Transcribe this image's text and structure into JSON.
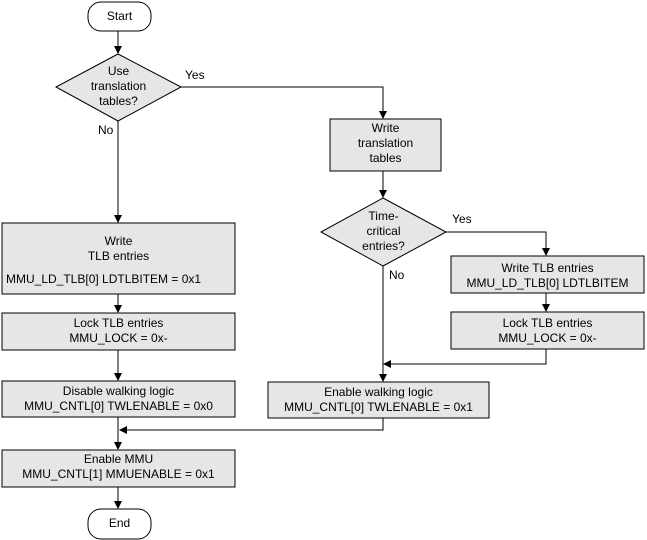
{
  "start": "Start",
  "end": "End",
  "use_tables": {
    "line1": "Use",
    "line2": "translation",
    "line3": "tables?"
  },
  "yes1": "Yes",
  "no1": "No",
  "write_tables": {
    "line1": "Write",
    "line2": "translation",
    "line3": "tables"
  },
  "time_critical": {
    "line1": "Time-",
    "line2": "critical",
    "line3": "entries?"
  },
  "yes2": "Yes",
  "no2": "No",
  "write_tlb_left": {
    "line1": "Write",
    "line2": "TLB entries",
    "line3": "MMU_LD_TLB[0] LDTLBITEM = 0x1"
  },
  "lock_tlb_left": {
    "line1": "Lock TLB entries",
    "line2": "MMU_LOCK = 0x-"
  },
  "disable_walk": {
    "line1": "Disable walking logic",
    "line2": "MMU_CNTL[0] TWLENABLE = 0x0"
  },
  "enable_mmu": {
    "line1": "Enable MMU",
    "line2": "MMU_CNTL[1] MMUENABLE = 0x1"
  },
  "write_tlb_right": {
    "line1": "Write TLB entries",
    "line2": "MMU_LD_TLB[0] LDTLBITEM"
  },
  "lock_tlb_right": {
    "line1": "Lock TLB entries",
    "line2": "MMU_LOCK = 0x-"
  },
  "enable_walk": {
    "line1": "Enable walking logic",
    "line2": "MMU_CNTL[0] TWLENABLE = 0x1"
  }
}
